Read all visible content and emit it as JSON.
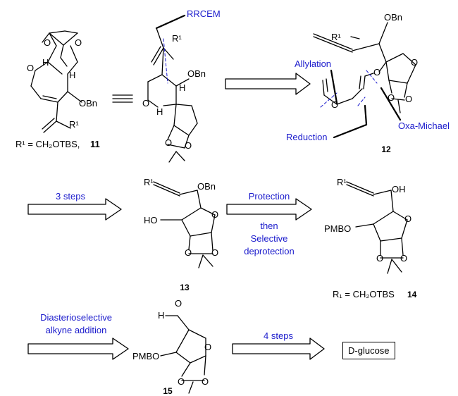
{
  "compounds": {
    "c11": {
      "number": "11",
      "r1_text": "R¹ = CH₂OTBS,",
      "labels": [
        "O",
        "O",
        "O",
        "H",
        "H",
        "OBn",
        "R¹"
      ]
    },
    "c11b": {
      "labels": [
        "R¹",
        "OBn",
        "H",
        "O",
        "H",
        "O",
        "O"
      ]
    },
    "c12": {
      "number": "12",
      "labels": [
        "OBn",
        "R¹",
        "O",
        "O",
        "O",
        "O",
        "O"
      ]
    },
    "c13": {
      "number": "13",
      "labels": [
        "R¹",
        "OBn",
        "HO",
        "O",
        "O",
        "O"
      ]
    },
    "c14": {
      "number": "14",
      "r1_text": "R₁ = CH₂OTBS",
      "labels": [
        "R¹",
        "OH",
        "PMBO",
        "O",
        "O",
        "O"
      ]
    },
    "c15": {
      "number": "15",
      "labels": [
        "H",
        "O",
        "PMBO",
        "O",
        "O",
        "O"
      ]
    }
  },
  "disconnections": {
    "rrcem": "RRCEM",
    "allylation": "Allylation",
    "oxa_michael": "Oxa-Michael",
    "reduction": "Reduction"
  },
  "arrows": {
    "a1": {
      "label": "3 steps"
    },
    "a2": {
      "label_line1": "Protection",
      "label_line2": "then",
      "label_line3": "Selective",
      "label_line4": "deprotection"
    },
    "a3": {
      "label_line1": "Diasterioselective",
      "label_line2": "alkyne addition"
    },
    "a4": {
      "label": "4 steps"
    }
  },
  "start_material": "D-glucose",
  "colors": {
    "annotation": "#1a1acc",
    "bonds": "#000000"
  }
}
